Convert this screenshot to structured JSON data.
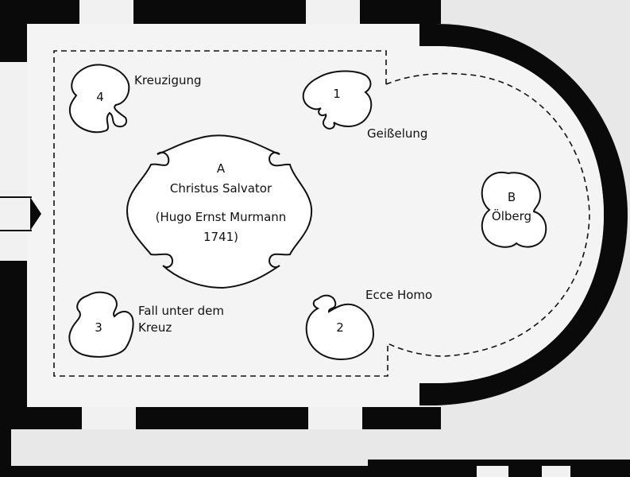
{
  "diagram": {
    "center_group": {
      "letter": "A",
      "lines": [
        "Christus Salvator",
        "(Hugo Ernst Murmann",
        "1741)"
      ]
    },
    "apse_group": {
      "letter": "B",
      "label": "Ölberg"
    },
    "stations": [
      {
        "number": "1",
        "label": "Geißelung"
      },
      {
        "number": "2",
        "label": "Ecce Homo"
      },
      {
        "number": "3",
        "label_lines": [
          "Fall unter dem",
          "Kreuz"
        ]
      },
      {
        "number": "4",
        "label": "Kreuzigung"
      }
    ]
  }
}
